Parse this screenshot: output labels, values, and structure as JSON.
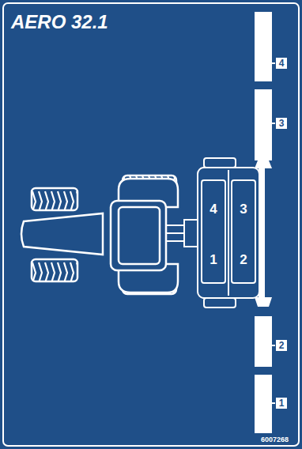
{
  "diagram": {
    "title": "AERO 32.1",
    "labels": [
      "4",
      "3",
      "1",
      "2",
      "4",
      "3",
      "2",
      "1",
      "6007268"
    ]
  }
}
